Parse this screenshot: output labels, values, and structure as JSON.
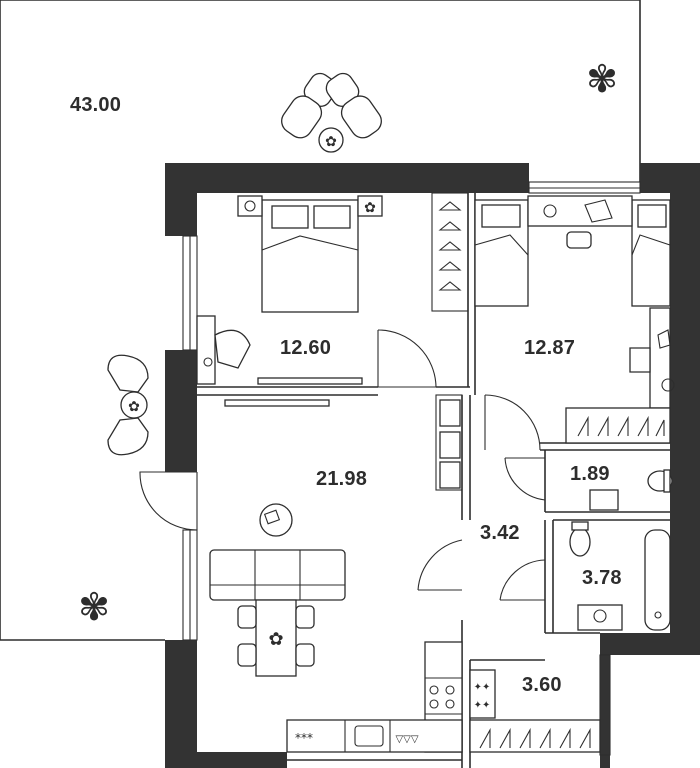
{
  "plan": {
    "rooms": [
      {
        "key": "terrace",
        "area": "43.00"
      },
      {
        "key": "bedroom",
        "area": "12.60"
      },
      {
        "key": "kids",
        "area": "12.87"
      },
      {
        "key": "living",
        "area": "21.98"
      },
      {
        "key": "wc",
        "area": "1.89"
      },
      {
        "key": "corridor",
        "area": "3.42"
      },
      {
        "key": "bath",
        "area": "3.78"
      },
      {
        "key": "hall",
        "area": "3.60"
      }
    ],
    "colors": {
      "wall": "#333333",
      "line": "#2d2d2d",
      "background": "#ffffff"
    }
  }
}
